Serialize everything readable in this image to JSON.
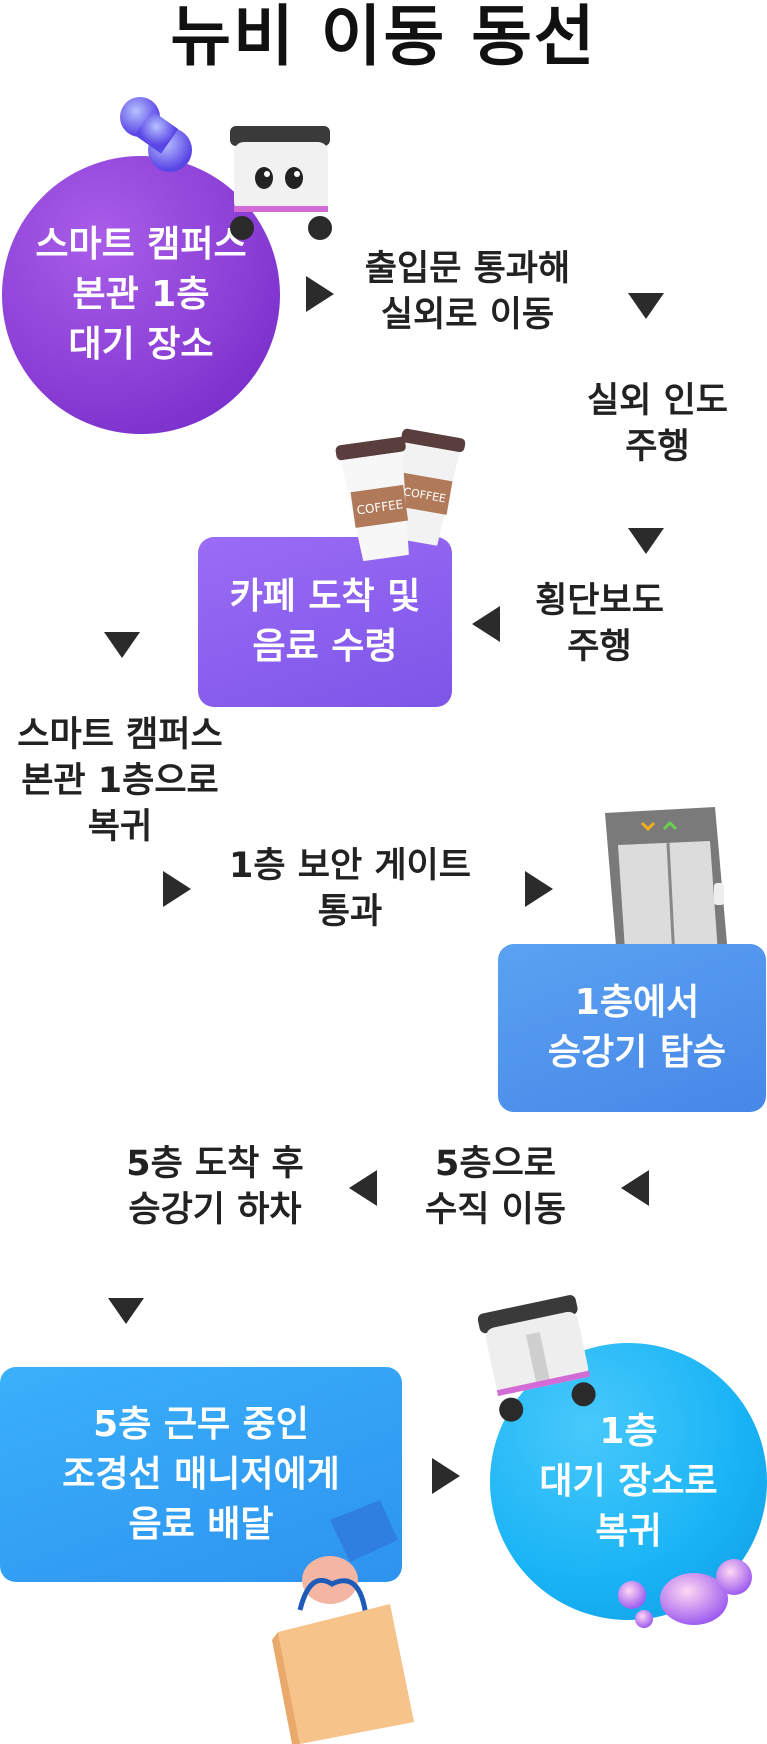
{
  "title": "뉴비 이동 동선",
  "steps": {
    "start": "스마트 캠퍼스\n본관 1층\n대기 장소",
    "gate_out": "출입문 통과해\n실외로 이동",
    "sidewalk": "실외 인도\n주행",
    "crosswalk": "횡단보도\n주행",
    "cafe": "카페 도착 및\n음료 수령",
    "return_main": "스마트 캠퍼스\n본관 1층으로\n복귀",
    "security_gate": "1층 보안 게이트\n통과",
    "elevator_board": "1층에서\n승강기 탑승",
    "vertical_move": "5층으로\n수직 이동",
    "elevator_exit": "5층 도착 후\n승강기 하차",
    "deliver": "5층 근무 중인\n조경선 매니저에게\n음료 배달",
    "back_home": "1층\n대기 장소로\n복귀"
  },
  "illustrations": {
    "coffee_cups": "COFFEE"
  },
  "colors": {
    "purple_dark": "#8b3fd6",
    "purple_box": "#8a5cf0",
    "blue_box": "#4f95ee",
    "blue_box2": "#3aa3f6",
    "cyan_circle": "#1ab8f8",
    "arrow": "#2b2b2b"
  }
}
